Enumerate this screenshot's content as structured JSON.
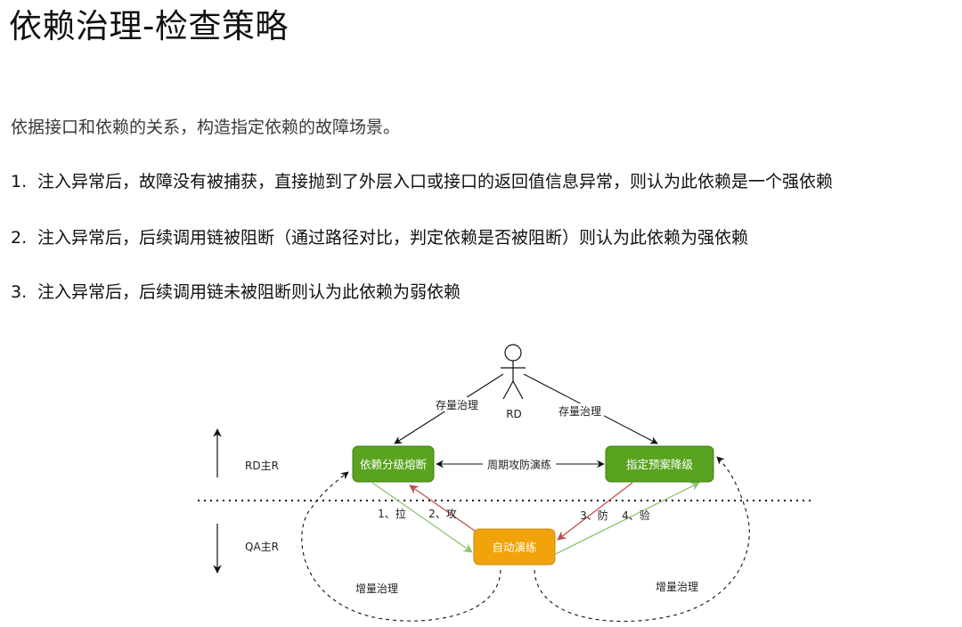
{
  "page": {
    "title": "依赖治理-检查策略",
    "intro": "依据接口和依赖的关系，构造指定依赖的故障场景。",
    "rules": [
      {
        "num": "1.",
        "text": "注入异常后，故障没有被捕获，直接抛到了外层入口或接口的返回值信息异常，则认为此依赖是一个强依赖"
      },
      {
        "num": "2.",
        "text": "注入异常后，后续调用链被阻断（通过路径对比，判定依赖是否被阻断）则认为此依赖为强依赖"
      },
      {
        "num": "3.",
        "text": "注入异常后，后续调用链未被阻断则认为此依赖为弱依赖"
      }
    ]
  },
  "diagram": {
    "actor_label": "RD",
    "lane_top_label": "RD主R",
    "lane_bottom_label": "QA主R",
    "node_left": "依赖分级熔断",
    "node_right": "指定预案降级",
    "node_bottom": "自动演练",
    "edge_stock_left": "存量治理",
    "edge_stock_right": "存量治理",
    "edge_cycle": "周期攻防演练",
    "edge_1": "1、拉",
    "edge_2": "2、攻",
    "edge_3": "3、防",
    "edge_4": "4、验",
    "edge_incr_left": "增量治理",
    "edge_incr_right": "增量治理",
    "colors": {
      "green_node": "#5aa320",
      "green_border": "#3f7c12",
      "orange_node": "#f0a30a",
      "orange_border": "#c98a08",
      "green_arrow": "#8cc472",
      "red_arrow": "#c0504d"
    }
  }
}
